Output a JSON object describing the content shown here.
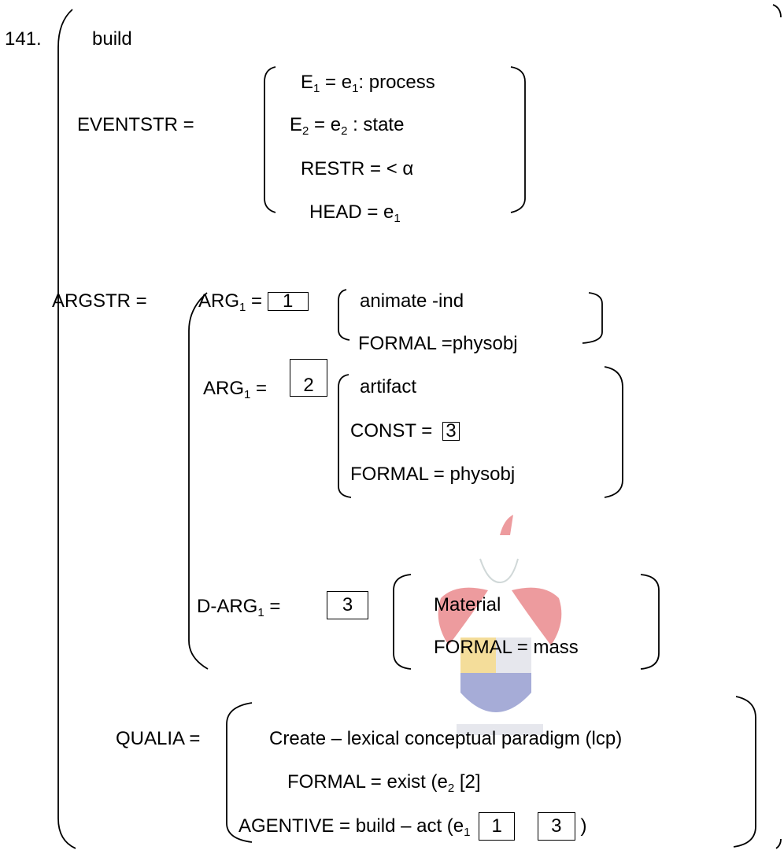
{
  "number": "141.",
  "head": "build",
  "eventstr": {
    "label": "EVENTSTR  =",
    "e1": {
      "a": "E",
      "a_sub": "1",
      "b": " = e",
      "b_sub": "1",
      "rest": ": process"
    },
    "e2": {
      "a": "E",
      "a_sub": "2",
      "b": " = e",
      "b_sub": "2",
      "rest": " : state"
    },
    "restr": "RESTR = <  α",
    "head": {
      "text": "HEAD = e",
      "sub": "1"
    }
  },
  "argstr": {
    "label": "ARGSTR =",
    "arg1": {
      "text": "ARG",
      "sub": "1",
      "eq": " = ",
      "box": "1",
      "line1": "animate -ind",
      "line2": "FORMAL =physobj"
    },
    "arg2": {
      "text": "ARG",
      "sub": "1",
      "eq": " =",
      "box": "2",
      "line1": "artifact",
      "line2": "CONST = ",
      "line2_box": "3",
      "line3": "FORMAL = physobj"
    },
    "darg": {
      "text": "D-ARG",
      "sub": "1",
      "eq": " =",
      "box": "3",
      "line1": "Material",
      "line2": "FORMAL = mass"
    }
  },
  "qualia": {
    "label": "QUALIA =",
    "line1": "Create – lexical conceptual paradigm (lcp)",
    "line2": {
      "pre": "FORMAL = exist (e",
      "sub": "2",
      "post": " [2]"
    },
    "line3": {
      "pre": "AGENTIVE = build – act (e",
      "sub": "1",
      "box1": "1",
      "box2": "3",
      "post": " )"
    }
  },
  "colors": {
    "ink": "#000000",
    "crest_red": "#d9242b",
    "crest_blue": "#3b4aa8",
    "crest_yellow": "#e8b422"
  }
}
